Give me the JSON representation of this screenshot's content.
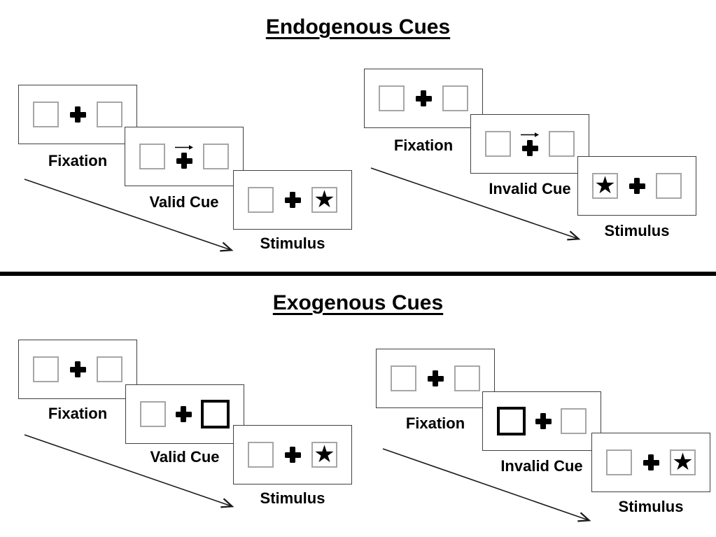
{
  "icons": {
    "star": "★"
  },
  "colors": {
    "panel_border": "#404040",
    "box_border": "#a6a6a6",
    "ink": "#000000",
    "background": "#ffffff"
  },
  "divider": {
    "present": true
  },
  "sections": [
    {
      "title": "Endogenous Cues",
      "cue_style": "central arrow above fixation cross",
      "sequences": [
        {
          "name": "valid-trial",
          "cue": "arrow-right",
          "stimulus_star_side": "right",
          "panels": [
            {
              "label": "Fixation",
              "cue": null,
              "star": null
            },
            {
              "label": "Valid Cue",
              "cue": "arrow-right",
              "star": null
            },
            {
              "label": "Stimulus",
              "cue": null,
              "star": "right"
            }
          ]
        },
        {
          "name": "invalid-trial",
          "cue": "arrow-right",
          "stimulus_star_side": "left",
          "panels": [
            {
              "label": "Fixation",
              "cue": null,
              "star": null
            },
            {
              "label": "Invalid Cue",
              "cue": "arrow-right",
              "star": null
            },
            {
              "label": "Stimulus",
              "cue": null,
              "star": "left"
            }
          ]
        }
      ]
    },
    {
      "title": "Exogenous Cues",
      "cue_style": "peripheral thick box outline",
      "sequences": [
        {
          "name": "valid-trial",
          "cue": "thick-box-right",
          "stimulus_star_side": "right",
          "panels": [
            {
              "label": "Fixation",
              "cue": null,
              "star": null
            },
            {
              "label": "Valid Cue",
              "cue": "thick-box-right",
              "star": null
            },
            {
              "label": "Stimulus",
              "cue": null,
              "star": "right"
            }
          ]
        },
        {
          "name": "invalid-trial",
          "cue": "thick-box-left",
          "stimulus_star_side": "right",
          "panels": [
            {
              "label": "Fixation",
              "cue": null,
              "star": null
            },
            {
              "label": "Invalid Cue",
              "cue": "thick-box-left",
              "star": null
            },
            {
              "label": "Stimulus",
              "cue": null,
              "star": "right"
            }
          ]
        }
      ]
    }
  ]
}
